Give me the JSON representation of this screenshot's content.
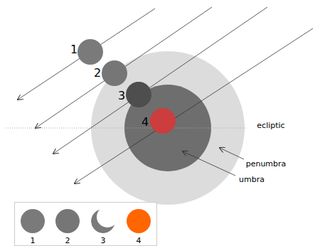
{
  "diagram": {
    "labels": [
      "1",
      "2",
      "3",
      "4",
      "ecliptic",
      "penumbra",
      "umbra"
    ],
    "legend": [
      {
        "text": "1",
        "color": "#7a7a7a"
      },
      {
        "text": "2",
        "color": "#767676"
      },
      {
        "text": "3"
      },
      {
        "text": "4",
        "color": "#ff6600"
      }
    ]
  }
}
